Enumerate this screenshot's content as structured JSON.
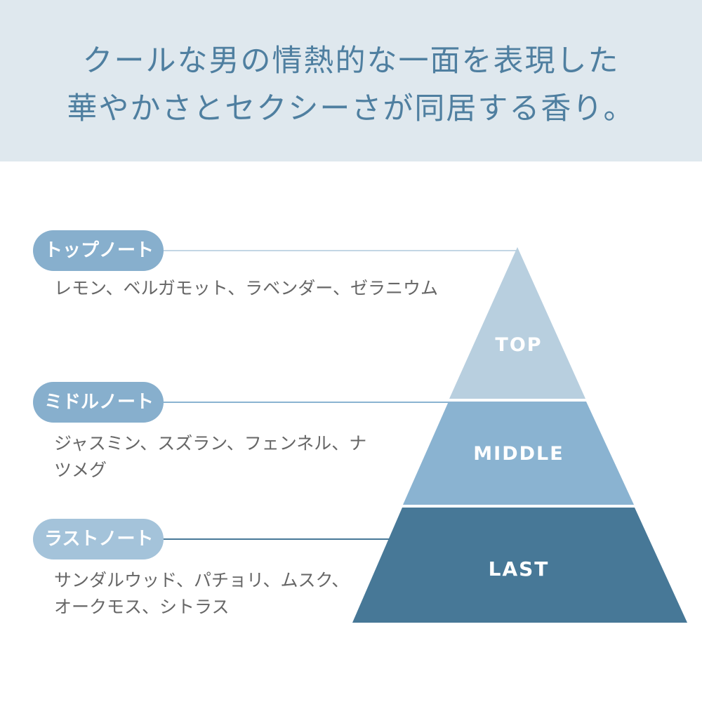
{
  "header": {
    "tagline_line1": "クールな男の情熱的な一面を表現した",
    "tagline_line2": "華やかさとセクシーさが同居する香り。"
  },
  "notes": [
    {
      "label": "トップノート",
      "description_lines": [
        "レモン、ベルガモット、ラベンダー、ゼラニウム"
      ],
      "tier": "TOP"
    },
    {
      "label": "ミドルノート",
      "description_lines": [
        "ジャスミン、スズラン、フェンネル、ナ",
        "ツメグ"
      ],
      "tier": "MIDDLE"
    },
    {
      "label": "ラストノート",
      "description_lines": [
        "サンダルウッド、パチョリ、ムスク、",
        "オークモス、シトラス"
      ],
      "tier": "LAST"
    }
  ],
  "colors": {
    "header_bg": "#dfe8ee",
    "tagline": "#4f7fa0",
    "top_tier": "#b8cfdf",
    "middle_tier": "#8ab3d1",
    "last_tier": "#477897",
    "pill_top": "#87afcd",
    "pill_middle": "#87afcd",
    "pill_last": "#a4c3da",
    "connector_top": "#c3d6e4",
    "connector_middle": "#8ab3d1",
    "connector_last": "#477897",
    "description_text": "#666666"
  }
}
